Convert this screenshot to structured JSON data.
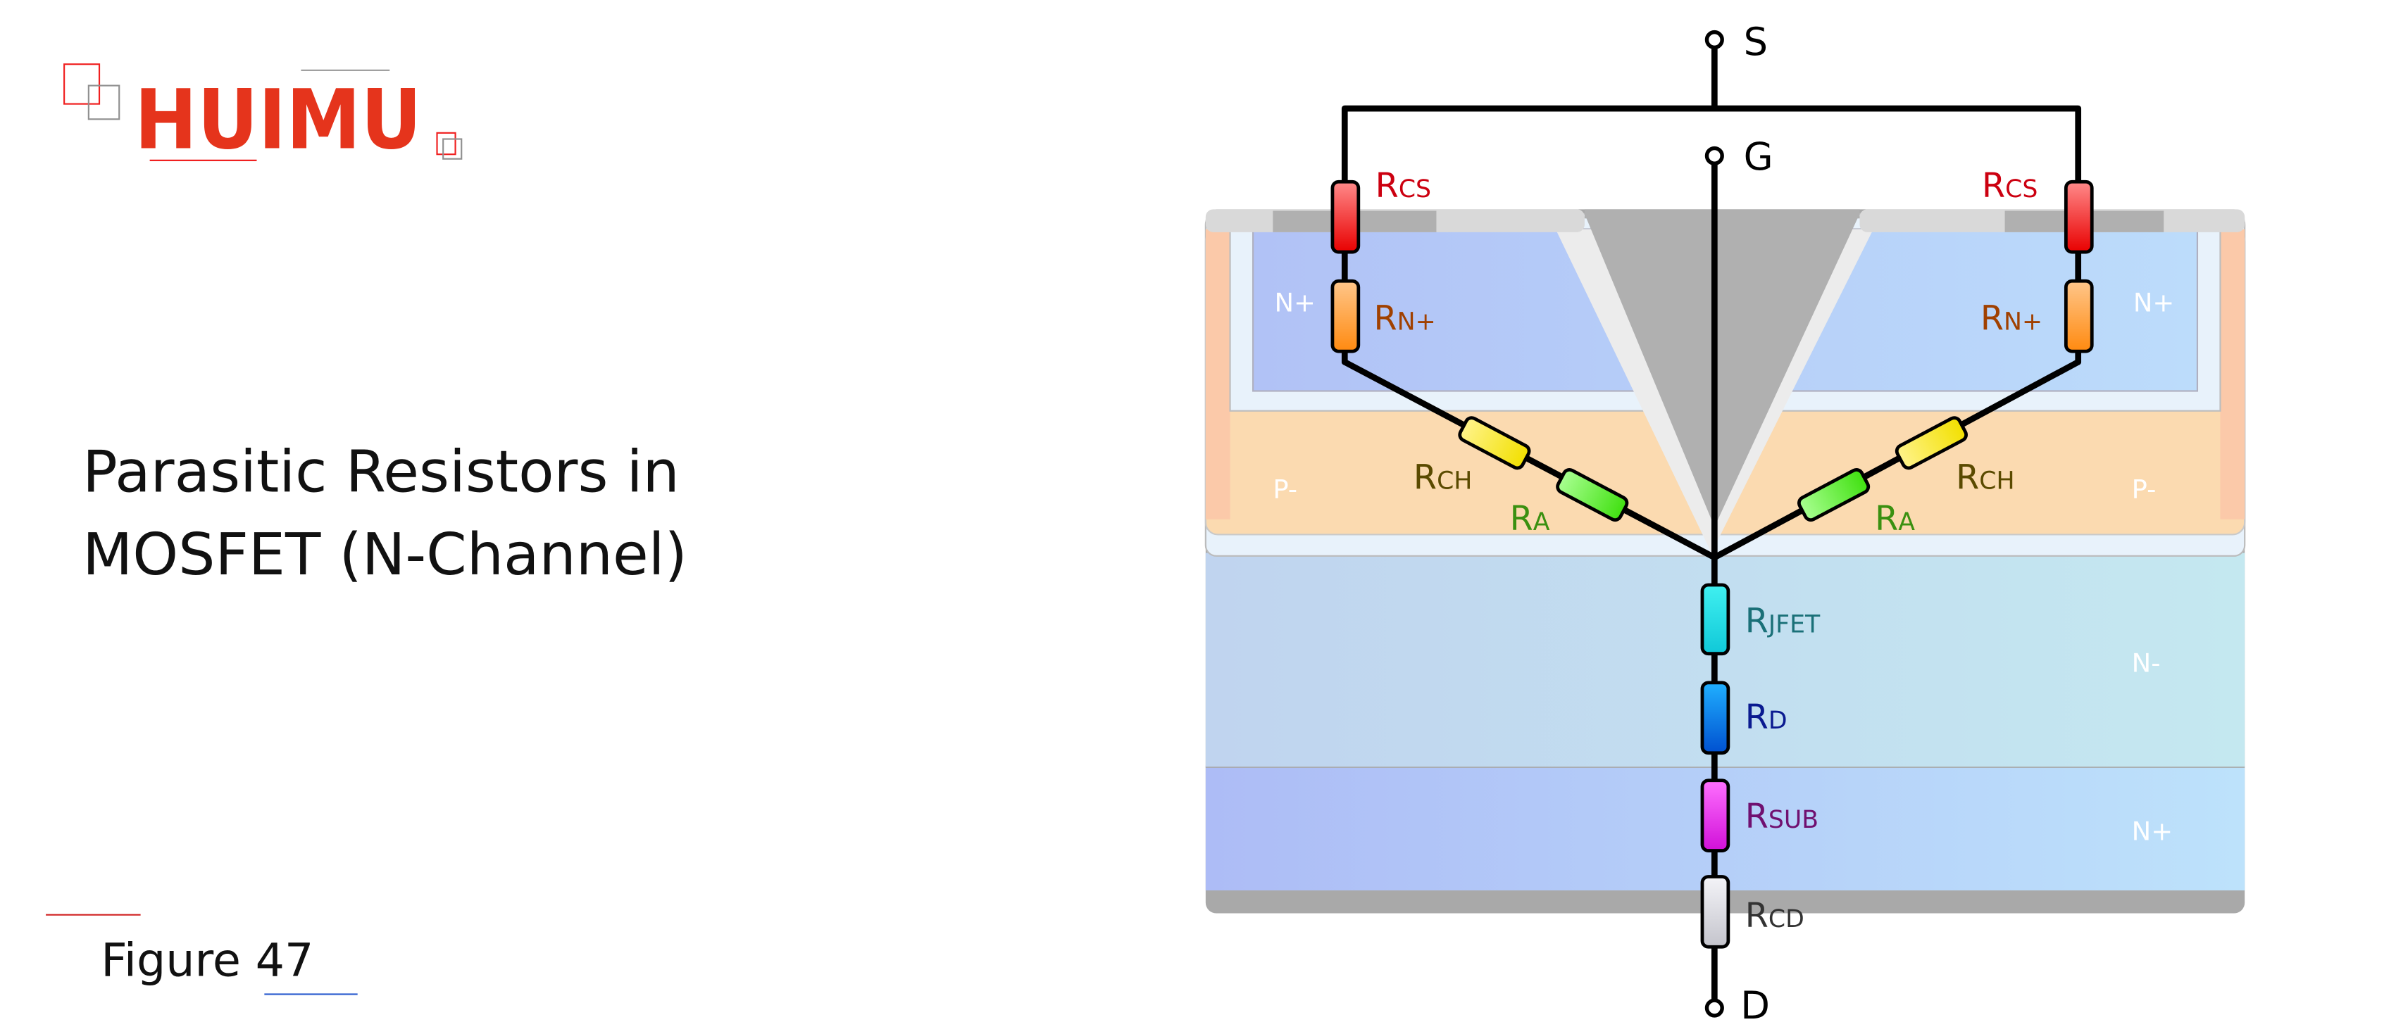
{
  "logo": {
    "text": "HUIMU",
    "color": "#e5341c"
  },
  "title": {
    "line1": "Parasitic Resistors in",
    "line2": "MOSFET (N-Channel)"
  },
  "figure_label": "Figure 47",
  "terminals": {
    "source": "S",
    "gate": "G",
    "drain": "D"
  },
  "regions": {
    "n_plus_left": "N+",
    "n_plus_right": "N+",
    "p_minus_left": "P-",
    "p_minus_right": "P-",
    "n_minus": "N-",
    "n_plus_substrate": "N+"
  },
  "resistors": {
    "rcs": {
      "r": "R",
      "sub": "CS",
      "color": "#cc0010"
    },
    "rn": {
      "r": "R",
      "sub": "N+",
      "color": "#a04000"
    },
    "rch": {
      "r": "R",
      "sub": "CH",
      "color": "#5a4a00"
    },
    "ra": {
      "r": "R",
      "sub": "A",
      "color": "#3a9010"
    },
    "rjfet": {
      "r": "R",
      "sub": "JFET",
      "color": "#1a7078"
    },
    "rd": {
      "r": "R",
      "sub": "D",
      "color": "#0a1a90"
    },
    "rsub": {
      "r": "R",
      "sub": "SUB",
      "color": "#701070"
    },
    "rcd": {
      "r": "R",
      "sub": "CD",
      "color": "#333333"
    }
  }
}
